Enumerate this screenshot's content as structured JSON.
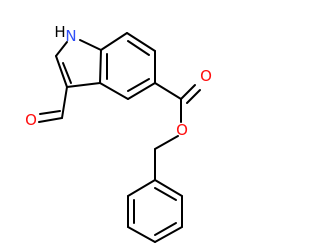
{
  "molecule": {
    "atoms": {
      "nh": {
        "text": "H",
        "element": "H"
      },
      "n1": {
        "text": "N",
        "element": "N"
      },
      "o_ald": {
        "text": "O",
        "element": "O"
      },
      "o_carbonyl": {
        "text": "O",
        "element": "O"
      },
      "o_ester": {
        "text": "O",
        "element": "O"
      }
    }
  },
  "colors": {
    "bond": "#000000",
    "nitrogen": "#3050f8",
    "oxygen": "#ff0d0d",
    "background": "#ffffff"
  }
}
